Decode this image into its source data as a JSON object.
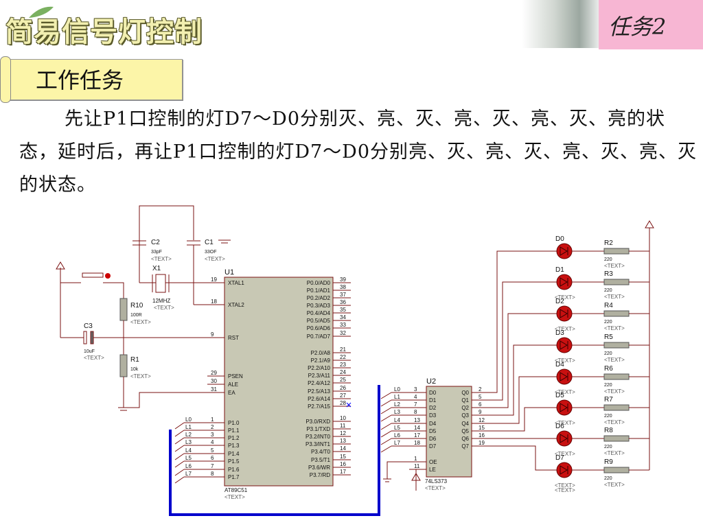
{
  "header": {
    "title": "简易信号灯控制",
    "task_badge": "任务2"
  },
  "section": {
    "label": "工作任务"
  },
  "task": {
    "description": "先让P1口控制的灯D7～D0分别灭、亮、灭、亮、灭、亮、灭、亮的状态，延时后，再让P1口控制的灯D7～D0分别亮、灭、亮、灭、亮、灭、亮、灭的状态。"
  },
  "schematic": {
    "mcu": {
      "ref": "U1",
      "part": "AT89C51",
      "left_pins": [
        {
          "num": "19",
          "name": "XTAL1"
        },
        {
          "num": "18",
          "name": "XTAL2"
        },
        {
          "num": "9",
          "name": "RST"
        },
        {
          "num": "29",
          "name": "PSEN"
        },
        {
          "num": "30",
          "name": "ALE"
        },
        {
          "num": "31",
          "name": "EA"
        },
        {
          "num": "1",
          "name": "P1.0"
        },
        {
          "num": "2",
          "name": "P1.1"
        },
        {
          "num": "3",
          "name": "P1.2"
        },
        {
          "num": "4",
          "name": "P1.3"
        },
        {
          "num": "5",
          "name": "P1.4"
        },
        {
          "num": "6",
          "name": "P1.5"
        },
        {
          "num": "7",
          "name": "P1.6"
        },
        {
          "num": "8",
          "name": "P1.7"
        }
      ],
      "right_pins": [
        {
          "num": "39",
          "name": "P0.0/AD0"
        },
        {
          "num": "38",
          "name": "P0.1/AD1"
        },
        {
          "num": "37",
          "name": "P0.2/AD2"
        },
        {
          "num": "36",
          "name": "P0.3/AD3"
        },
        {
          "num": "35",
          "name": "P0.4/AD4"
        },
        {
          "num": "34",
          "name": "P0.5/AD5"
        },
        {
          "num": "33",
          "name": "P0.6/AD6"
        },
        {
          "num": "32",
          "name": "P0.7/AD7"
        },
        {
          "num": "21",
          "name": "P2.0/A8"
        },
        {
          "num": "22",
          "name": "P2.1/A9"
        },
        {
          "num": "23",
          "name": "P2.2/A10"
        },
        {
          "num": "24",
          "name": "P2.3/A11"
        },
        {
          "num": "25",
          "name": "P2.4/A12"
        },
        {
          "num": "26",
          "name": "P2.5/A13"
        },
        {
          "num": "27",
          "name": "P2.6/A14"
        },
        {
          "num": "28",
          "name": "P2.7/A15"
        },
        {
          "num": "10",
          "name": "P3.0/RXD"
        },
        {
          "num": "11",
          "name": "P3.1/TXD"
        },
        {
          "num": "12",
          "name": "P3.2/INT0"
        },
        {
          "num": "13",
          "name": "P3.3/INT1"
        },
        {
          "num": "14",
          "name": "P3.4/T0"
        },
        {
          "num": "15",
          "name": "P3.5/T1"
        },
        {
          "num": "16",
          "name": "P3.6/WR"
        },
        {
          "num": "17",
          "name": "P3.7/RD"
        }
      ]
    },
    "latch": {
      "ref": "U2",
      "part": "74LS373",
      "d_pins": [
        {
          "num": "3",
          "name": "D0"
        },
        {
          "num": "4",
          "name": "D1"
        },
        {
          "num": "7",
          "name": "D2"
        },
        {
          "num": "8",
          "name": "D3"
        },
        {
          "num": "13",
          "name": "D4"
        },
        {
          "num": "14",
          "name": "D5"
        },
        {
          "num": "17",
          "name": "D6"
        },
        {
          "num": "18",
          "name": "D7"
        }
      ],
      "q_pins": [
        {
          "num": "2",
          "name": "Q0"
        },
        {
          "num": "5",
          "name": "Q1"
        },
        {
          "num": "6",
          "name": "Q2"
        },
        {
          "num": "9",
          "name": "Q3"
        },
        {
          "num": "12",
          "name": "Q4"
        },
        {
          "num": "15",
          "name": "Q5"
        },
        {
          "num": "16",
          "name": "Q6"
        },
        {
          "num": "19",
          "name": "Q7"
        }
      ],
      "oe_pin": {
        "num": "1",
        "name": "OE"
      },
      "le_pin": {
        "num": "11",
        "name": "LE"
      }
    },
    "bus_labels": [
      "L0",
      "L1",
      "L2",
      "L3",
      "L4",
      "L5",
      "L6",
      "L7"
    ],
    "leds": [
      "D0",
      "D1",
      "D2",
      "D3",
      "D4",
      "D5",
      "D6",
      "D7"
    ],
    "led_resistors": [
      {
        "ref": "R2",
        "value": "220"
      },
      {
        "ref": "R3",
        "value": "220"
      },
      {
        "ref": "R4",
        "value": "220"
      },
      {
        "ref": "R5",
        "value": "220"
      },
      {
        "ref": "R6",
        "value": "220"
      },
      {
        "ref": "R7",
        "value": "220"
      },
      {
        "ref": "R8",
        "value": "220"
      },
      {
        "ref": "R9",
        "value": "220"
      }
    ],
    "components": {
      "c1": {
        "ref": "C1",
        "value": "33OF"
      },
      "c2": {
        "ref": "C2",
        "value": "33pF"
      },
      "c3": {
        "ref": "C3",
        "value": "10uF"
      },
      "x1": {
        "ref": "X1",
        "value": "12MHZ"
      },
      "r10": {
        "ref": "R10",
        "value": "100R"
      },
      "r1": {
        "ref": "R1",
        "value": "10k"
      }
    },
    "placeholder": "<TEXT>"
  },
  "colors": {
    "wire": "#7a1010",
    "chip_fill": "#c8c8b4",
    "led_fill": "#c81010",
    "bus": "#0000cc",
    "resistor": "#b0b0a0",
    "badge": "#f7b6d3",
    "scroll": "#fcf5a8"
  }
}
